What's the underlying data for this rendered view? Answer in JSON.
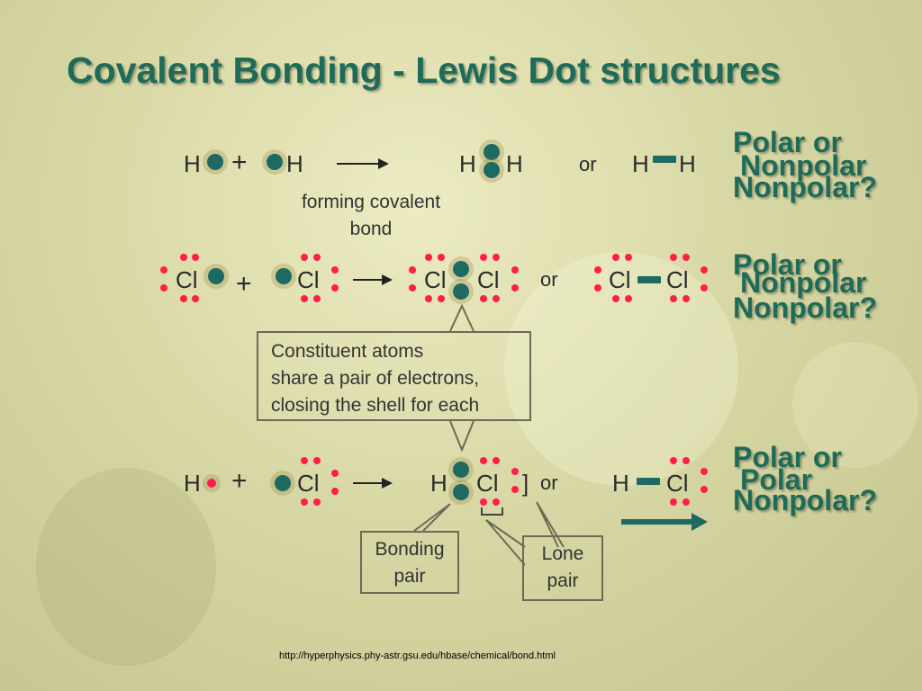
{
  "title": "Covalent Bonding - Lewis Dot structures",
  "symbols": {
    "h": "H",
    "cl": "Cl",
    "plus": "+",
    "or": "or",
    "bracket": "]"
  },
  "labels": {
    "forming_line1": "forming covalent",
    "forming_line2": "bond",
    "callout_line1": "Constituent atoms",
    "callout_line2": "share a pair of electrons,",
    "callout_line3": "closing the shell for each",
    "bonding_line1": "Bonding",
    "bonding_line2": "pair",
    "lone_line1": "Lone",
    "lone_line2": "pair"
  },
  "questions": [
    {
      "line1": "Polar or",
      "overlap": "Nonpolar",
      "line2": "Nonpolar?"
    },
    {
      "line1": "Polar or",
      "overlap": "Nonpolar",
      "line2": "Nonpolar?"
    },
    {
      "line1": "Polar or",
      "overlap": "Polar",
      "line2": "Nonpolar?"
    }
  ],
  "source": "http://hyperphysics.phy-astr.gsu.edu/hbase/chemical/bond.html",
  "colors": {
    "title": "#1f6b5a",
    "electron": "#1d6a63",
    "lone_electron": "#ff1e4a",
    "arrow": "#1d6a63"
  }
}
